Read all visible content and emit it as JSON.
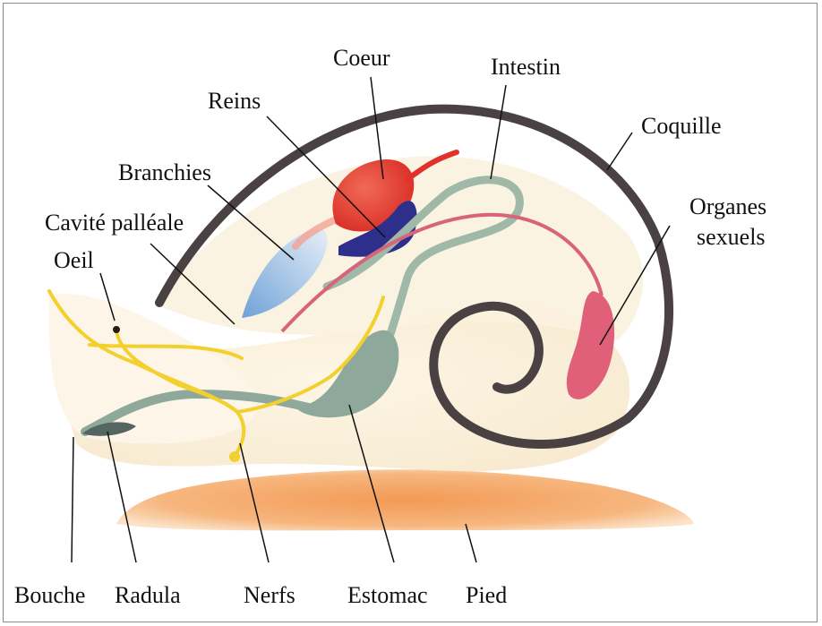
{
  "labels": {
    "coeur": "Coeur",
    "intestin": "Intestin",
    "reins": "Reins",
    "coquille": "Coquille",
    "branchies": "Branchies",
    "cavite_palleale": "Cavité palléale",
    "organes_line1": "Organes",
    "organes_line2": "sexuels",
    "oeil": "Oeil",
    "bouche": "Bouche",
    "radula": "Radula",
    "nerfs": "Nerfs",
    "estomac": "Estomac",
    "pied": "Pied"
  },
  "colors": {
    "shell": "#4a4242",
    "heart": "#e0322a",
    "kidney": "#2e2f8a",
    "gills": "#a9c6e4",
    "intestine": "#9fb8a8",
    "sexual_organs": "#e0607a",
    "nerves": "#f2d02e",
    "foot": "#f4a15e",
    "stomach": "#8fa89c"
  }
}
